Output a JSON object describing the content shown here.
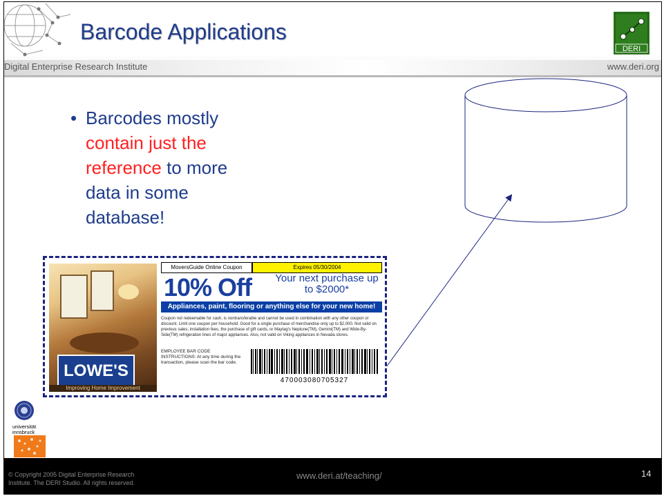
{
  "header": {
    "title": "Barcode Applications",
    "institute": "Digital Enterprise Research Institute",
    "site_url": "www.deri.org",
    "logo_text": "DERI"
  },
  "body": {
    "bullet_plain_1": "Barcodes mostly",
    "bullet_highlight": "contain just the reference",
    "bullet_plain_2": "to more data in some database!"
  },
  "coupon": {
    "source": "MoversGuide Online Coupon",
    "expires": "Expires 05/30/2004",
    "discount": "10% Off",
    "next_purchase": "Your next purchase up to $2000*",
    "banner": "Appliances, paint, flooring or anything else for your new home!",
    "fine_print": "Coupon not redeemable for cash, is nontransferable and cannot be used in combination with any other coupon or discount. Limit one coupon per household. Good for a single purchase of merchandise only up to $2,000. Not valid on previous sales, installation fees, the purchase of gift cards, or Maytag's Neptune(TM), Gemini(TM) and Wide-By-Side(TM) refrigeration lines of major appliances. Also, not valid on Viking appliances in Nevada stores.",
    "employee_instructions": "EMPLOYEE BAR CODE INSTRUCTIONS: At any time during the transaction, please scan the bar code.",
    "barcode_number": "470003080705327",
    "brand": "LOWE'S",
    "tagline": "Improving Home Improvement"
  },
  "university": {
    "line1": "universität",
    "line2": "innsbruck"
  },
  "footer": {
    "copyright_line1": "© Copyright 2005 Digital Enterprise Research",
    "copyright_line2": "Institute. The DERI Studio. All rights reserved.",
    "url": "www.deri.at/teaching/",
    "page_number": "14"
  },
  "colors": {
    "title_blue": "#1f3c8c",
    "highlight_red": "#ff2020",
    "coupon_border": "#1a237e",
    "deri_green": "#2e7d1e"
  }
}
